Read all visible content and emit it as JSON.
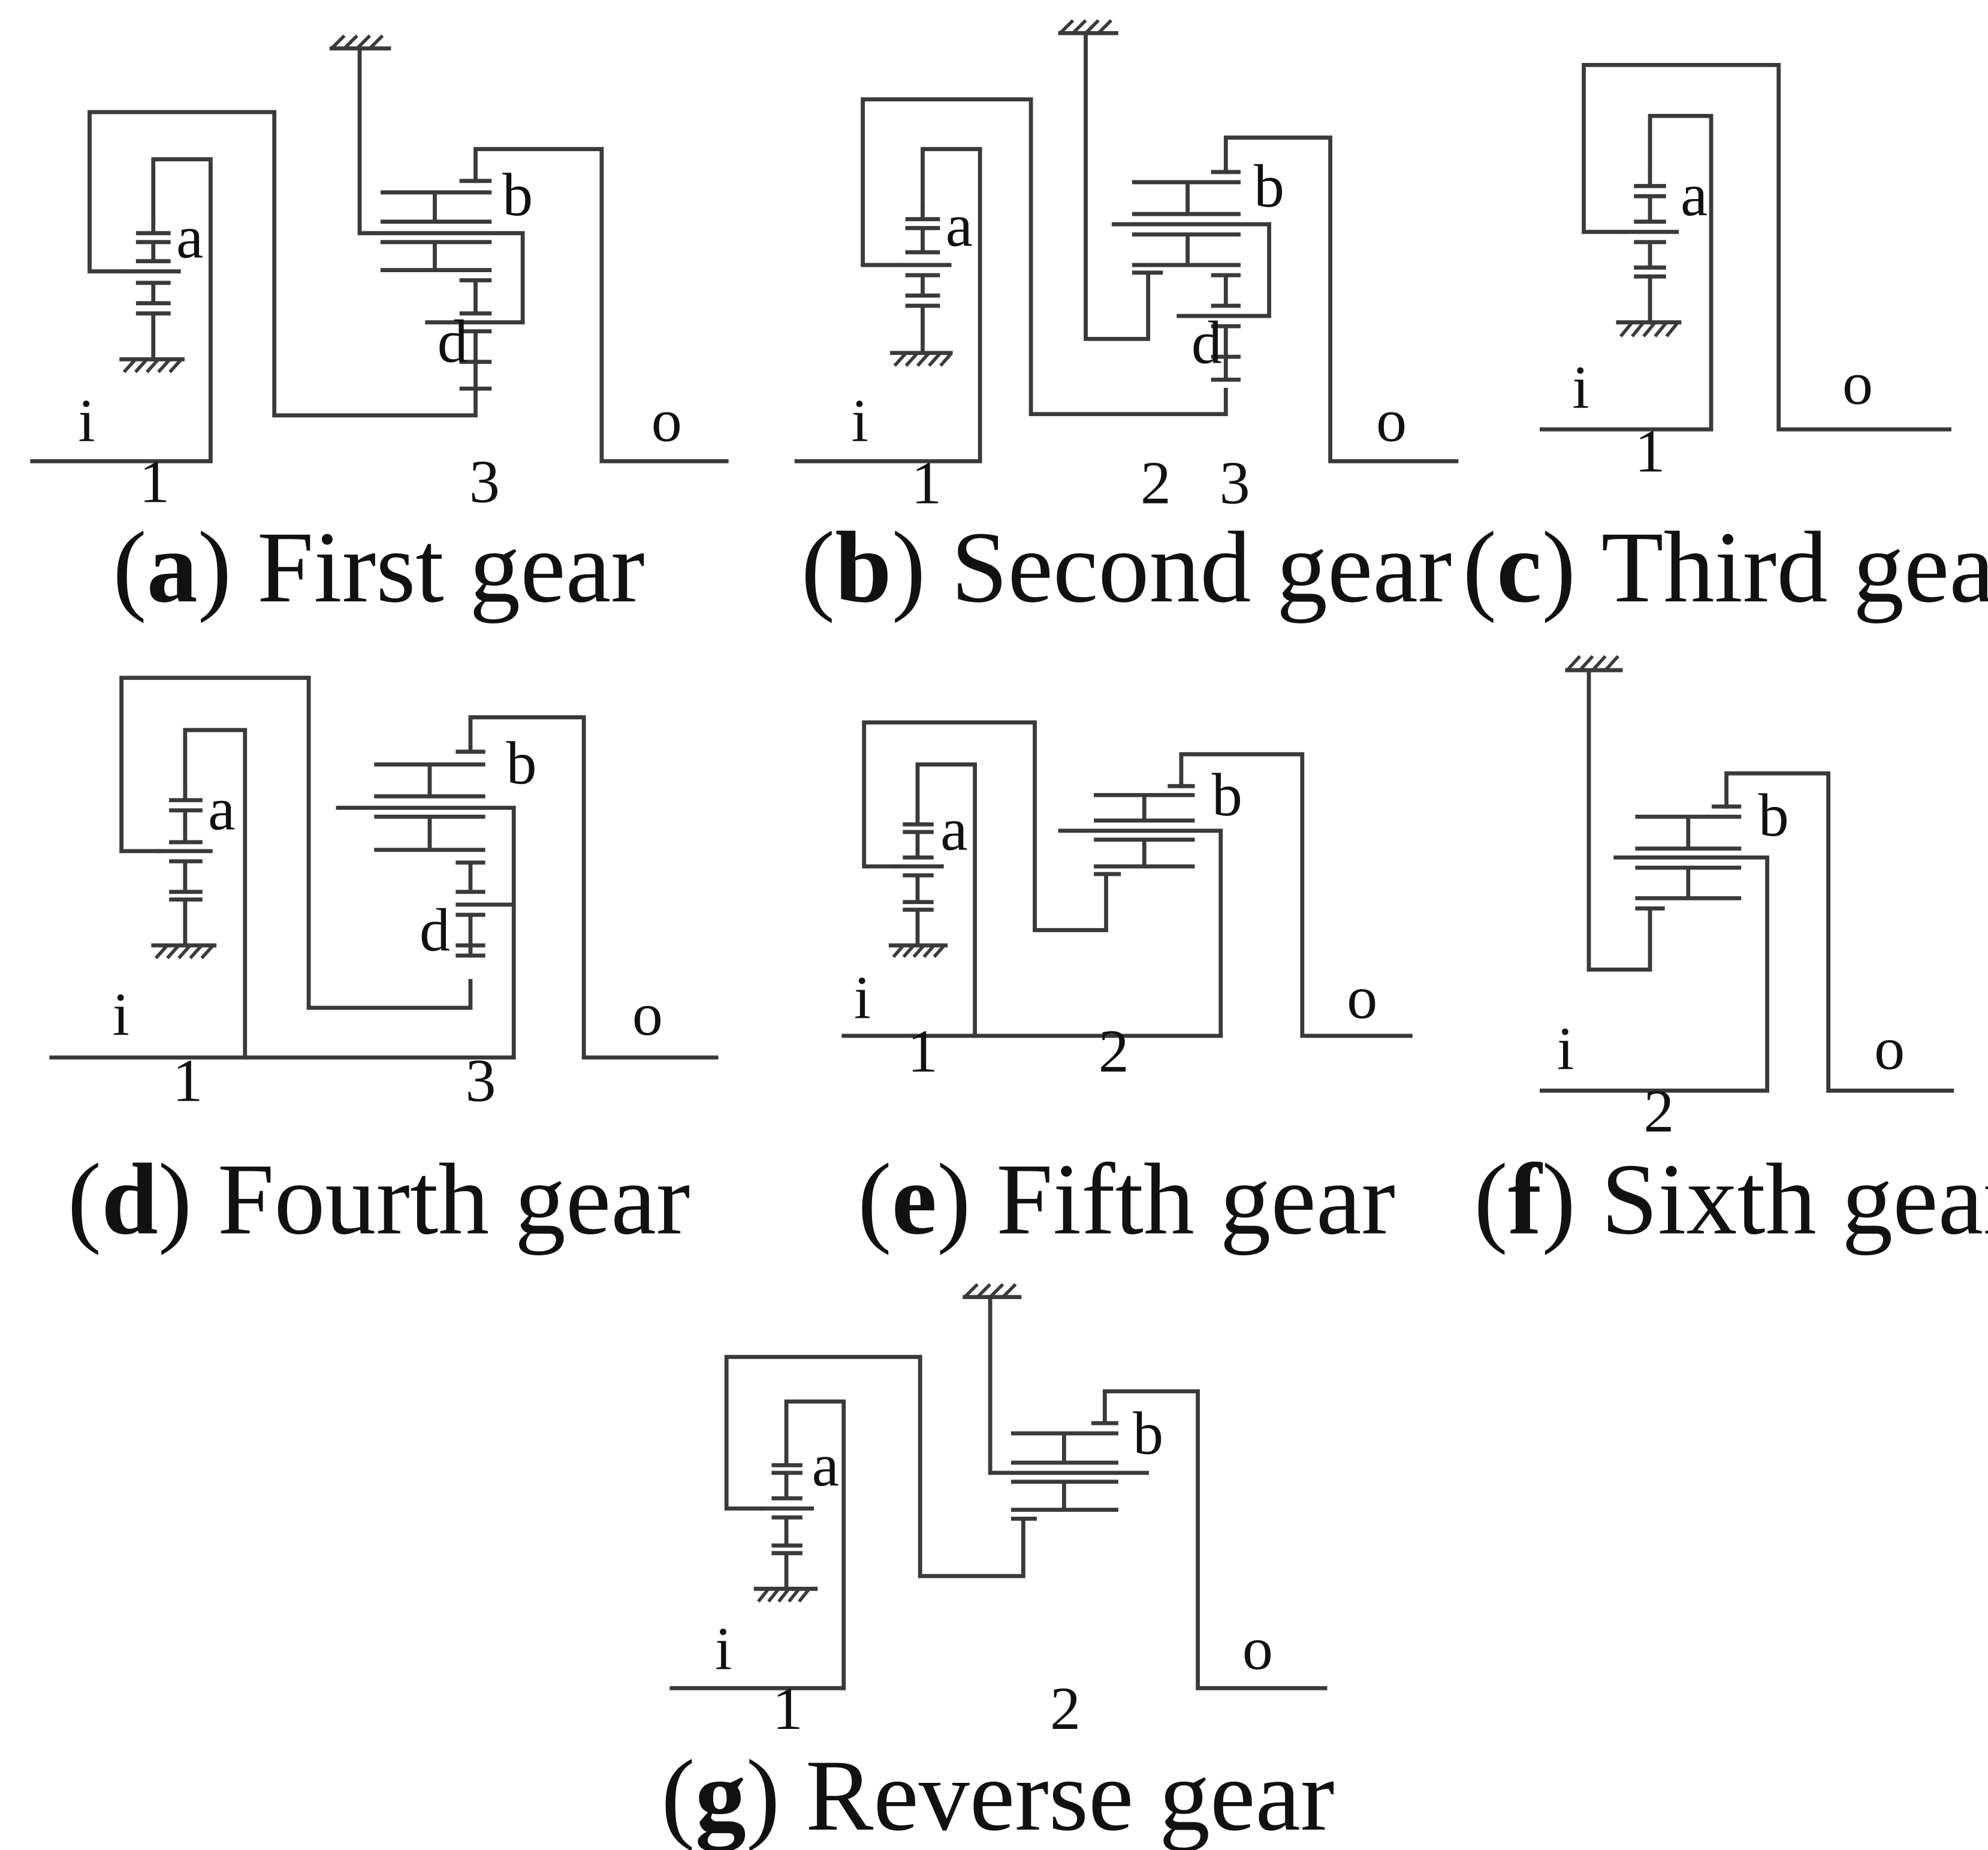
{
  "figure": {
    "panels": [
      {
        "id": "a",
        "caption_letter": "a",
        "caption_text": "First gear",
        "labels": {
          "gear_a": "a",
          "gear_b": "b",
          "gear_d": "d",
          "input": "i",
          "output": "o",
          "shaft_1": "1",
          "shaft_3": "3"
        }
      },
      {
        "id": "b",
        "caption_letter": "b",
        "caption_text": "Second gear",
        "labels": {
          "gear_a": "a",
          "gear_b": "b",
          "gear_d": "d",
          "input": "i",
          "output": "o",
          "shaft_1": "1",
          "shaft_2": "2",
          "shaft_3": "3"
        }
      },
      {
        "id": "c",
        "caption_letter": "c",
        "caption_text": "Third gear",
        "labels": {
          "gear_a": "a",
          "input": "i",
          "output": "o",
          "shaft_1": "1"
        }
      },
      {
        "id": "d",
        "caption_letter": "d",
        "caption_text": "Fourth gear",
        "labels": {
          "gear_a": "a",
          "gear_b": "b",
          "gear_d": "d",
          "input": "i",
          "output": "o",
          "shaft_1": "1",
          "shaft_3": "3"
        }
      },
      {
        "id": "e",
        "caption_letter": "e",
        "caption_text": "Fifth gear",
        "labels": {
          "gear_a": "a",
          "gear_b": "b",
          "input": "i",
          "output": "o",
          "shaft_1": "1",
          "shaft_2": "2"
        }
      },
      {
        "id": "f",
        "caption_letter": "f",
        "caption_text": "Sixth gear",
        "labels": {
          "gear_b": "b",
          "input": "i",
          "output": "o",
          "shaft_2": "2"
        }
      },
      {
        "id": "g",
        "caption_letter": "g",
        "caption_text": "Reverse gear",
        "labels": {
          "gear_a": "a",
          "gear_b": "b",
          "input": "i",
          "output": "o",
          "shaft_1": "1",
          "shaft_2": "2"
        }
      }
    ]
  }
}
